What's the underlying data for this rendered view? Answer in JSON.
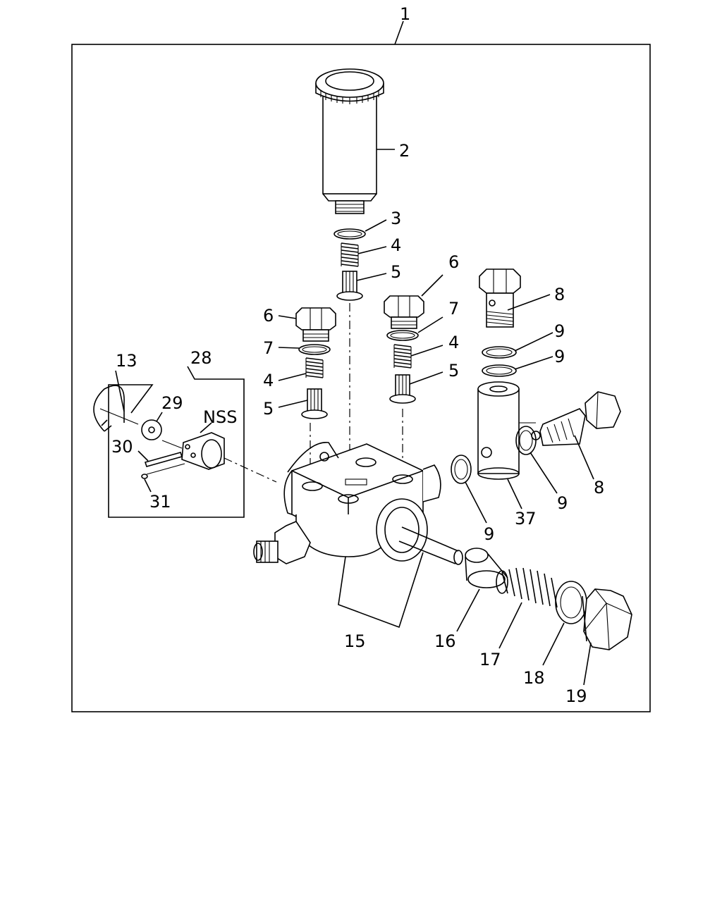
{
  "labels": {
    "l1": "1",
    "l2": "2",
    "l3": "3",
    "l4a": "4",
    "l5a": "5",
    "l6a": "6",
    "l7a": "7",
    "l4b": "4",
    "l5b": "5",
    "l6b": "6",
    "l7b": "7",
    "l4c": "4",
    "l5c": "5",
    "l8a": "8",
    "l9a": "9",
    "l9b": "9",
    "l8b": "8",
    "l9c": "9",
    "l9d": "9",
    "l37": "37",
    "l13": "13",
    "l28": "28",
    "l29": "29",
    "lnss": "NSS",
    "l30": "30",
    "l31": "31",
    "l15": "15",
    "l16": "16",
    "l17": "17",
    "l18": "18",
    "l19": "19"
  }
}
